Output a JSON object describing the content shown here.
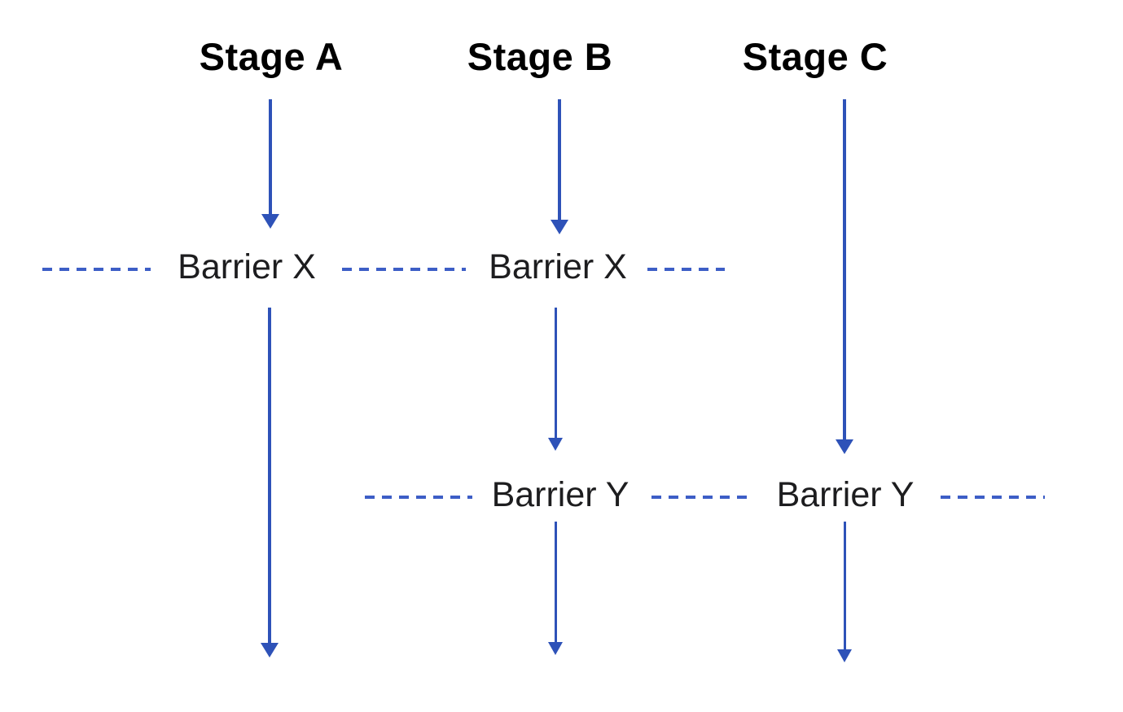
{
  "diagram": {
    "stage_labels": {
      "a": "Stage A",
      "b": "Stage B",
      "c": "Stage C"
    },
    "barrier_labels": {
      "x": "Barrier X",
      "y": "Barrier Y"
    },
    "icons": {
      "arrow": "down-arrow-icon",
      "barrier_line": "horizontal-dashed-line"
    },
    "colors": {
      "arrow_blue": "#2e52b8",
      "dash_blue": "#3d5ec6",
      "heading_text": "#000000",
      "barrier_text": "#1d1d1f",
      "background": "#ffffff"
    }
  }
}
